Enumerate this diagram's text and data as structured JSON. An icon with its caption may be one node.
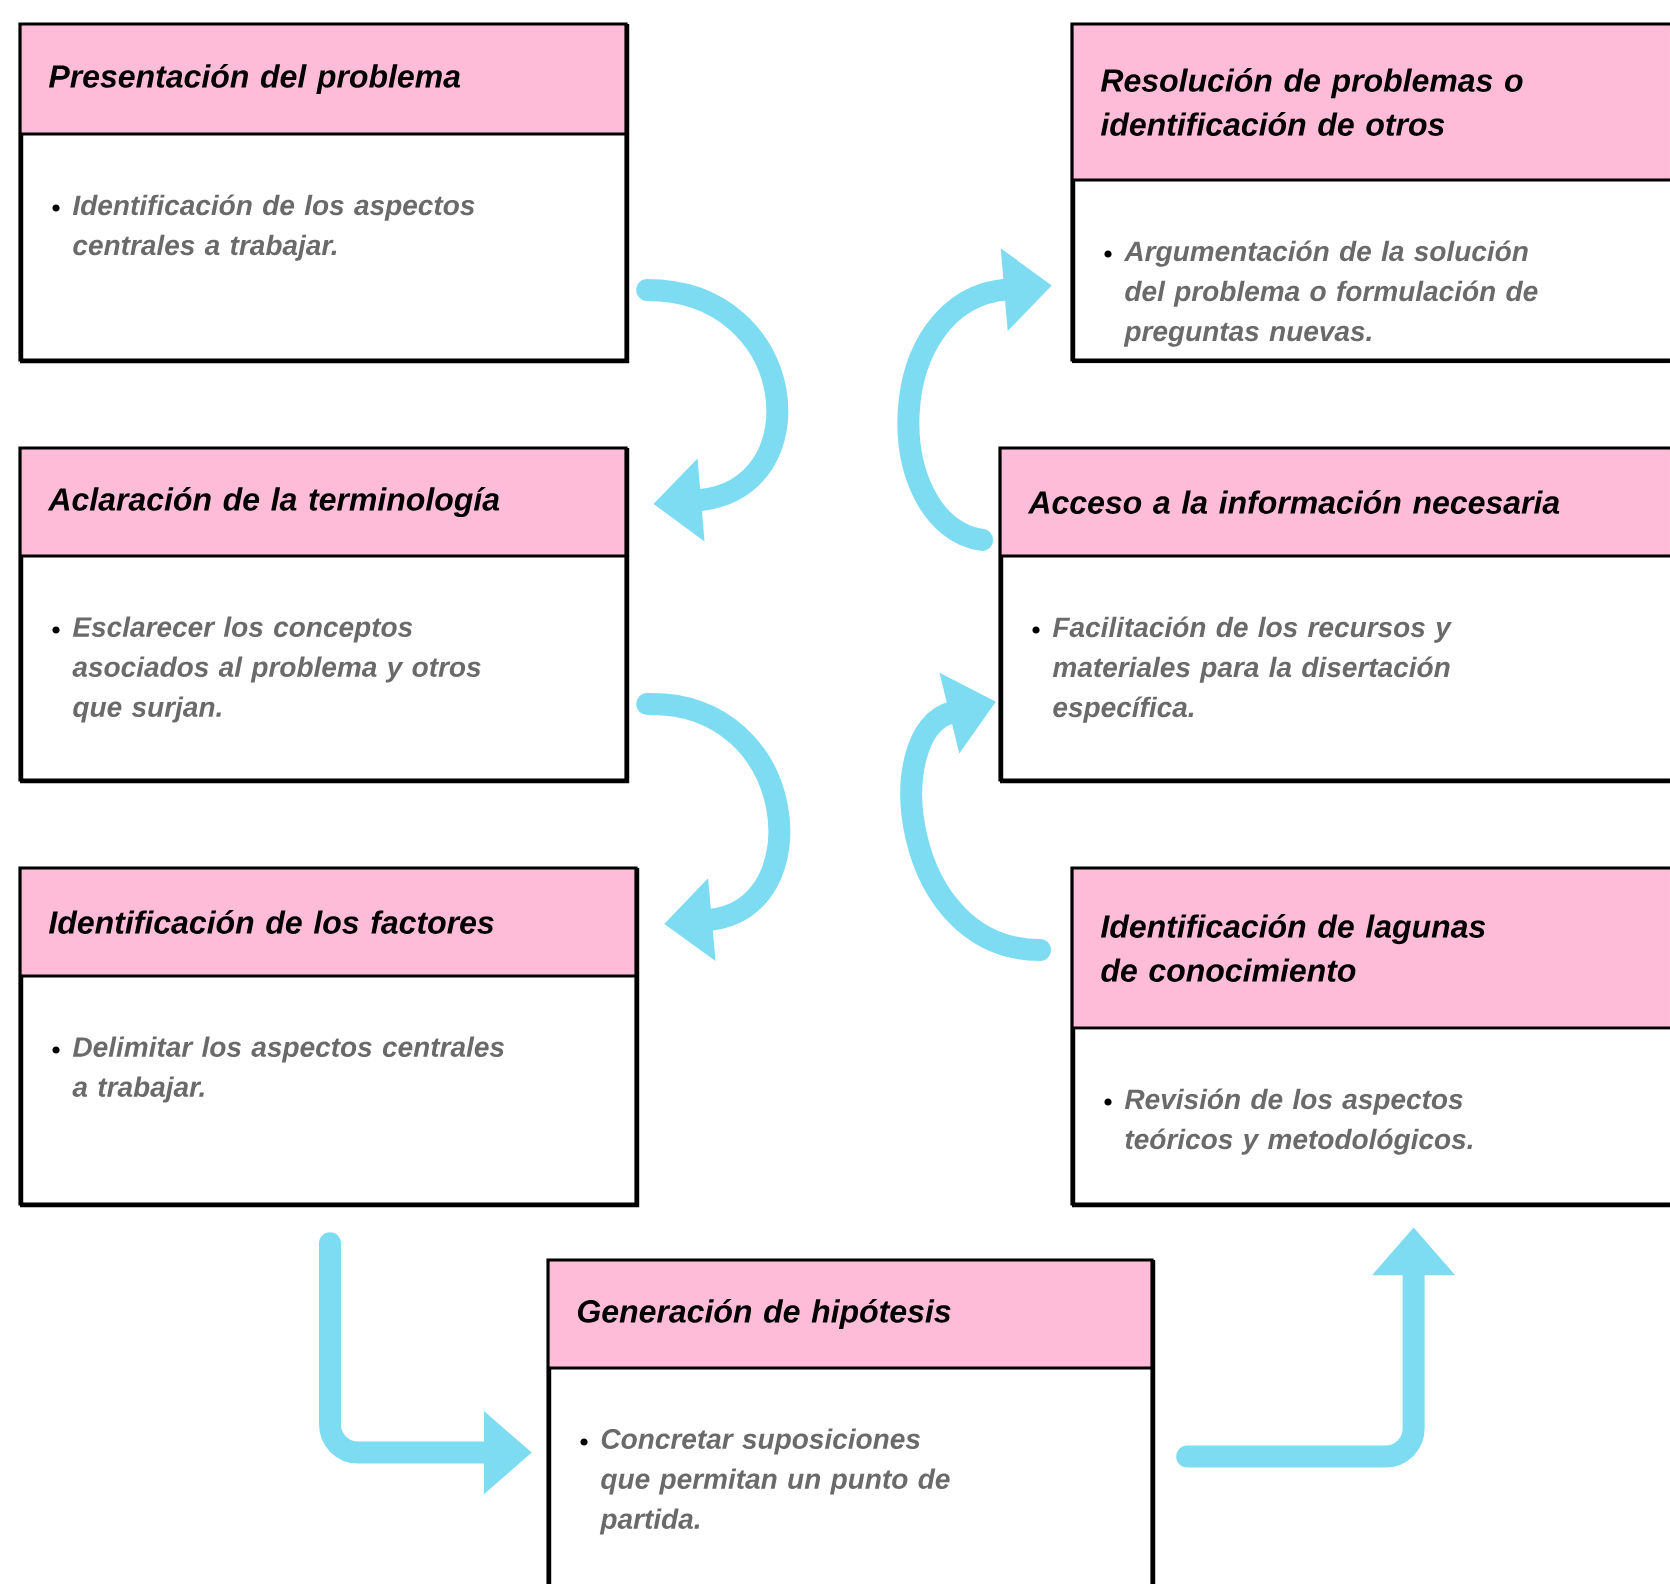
{
  "diagram": {
    "nodes": [
      {
        "text": [
          "Presentación del problema",
          "Identificación de los aspectos centrales a trabajar."
        ]
      },
      {
        "text": [
          "Aclaración de la terminología",
          "Esclarecer los conceptos asociados al problema y otros que surjan."
        ]
      },
      {
        "text": [
          "Identificación de los factores",
          "Delimitar los aspectos centrales a trabajar."
        ]
      },
      {
        "text": [
          "Generación de hipótesis",
          "Concretar suposiciones que permitan un punto de partida."
        ]
      },
      {
        "text": [
          "Identificación de lagunas de conocimiento",
          "Revisión de los aspectos teóricos y metodológicos."
        ]
      },
      {
        "text": [
          "Acceso a la información necesaria",
          "Facilitación de los recursos y materiales para la disertación específica."
        ]
      },
      {
        "text": [
          "Resolución de problemas o identificación de otros",
          "Argumentación de la solución del problema o formulación de preguntas nuevas."
        ]
      }
    ],
    "edges": [
      {
        "from": 0,
        "to": 1,
        "arrow": "to"
      },
      {
        "from": 1,
        "to": 2,
        "arrow": "to"
      },
      {
        "from": 2,
        "to": 3,
        "arrow": "to"
      },
      {
        "from": 3,
        "to": 4,
        "arrow": "to"
      },
      {
        "from": 4,
        "to": 5,
        "arrow": "to"
      },
      {
        "from": 5,
        "to": 6,
        "arrow": "to"
      }
    ]
  }
}
